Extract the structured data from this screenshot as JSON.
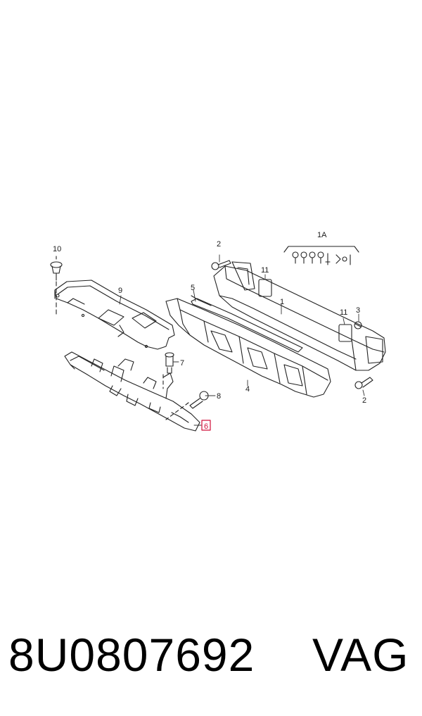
{
  "diagram": {
    "callouts": {
      "c10": "10",
      "c9": "9",
      "c2a": "2",
      "c11a": "11",
      "c1a_group": "1A",
      "c1": "1",
      "c5": "5",
      "c11b": "11",
      "c3": "3",
      "c7": "7",
      "c8": "8",
      "c4": "4",
      "c2b": "2",
      "c6": "6"
    },
    "highlight_color": "#d0103a",
    "line_color": "#222222"
  },
  "footer": {
    "part_number": "8U0807692",
    "brand": "VAG"
  }
}
